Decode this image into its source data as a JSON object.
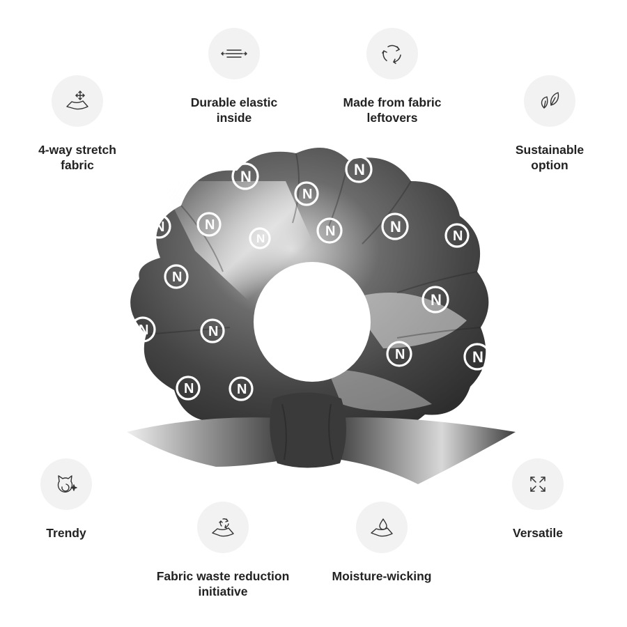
{
  "features": {
    "elastic": {
      "line1": "Durable elastic",
      "line2": "inside"
    },
    "leftover": {
      "line1": "Made from fabric",
      "line2": "leftovers"
    },
    "stretch": {
      "line1": "4-way stretch",
      "line2": "fabric"
    },
    "sustain": {
      "line1": "Sustainable",
      "line2": "option"
    },
    "trendy": {
      "line1": "Trendy",
      "line2": ""
    },
    "versatile": {
      "line1": "Versatile",
      "line2": ""
    },
    "waste": {
      "line1": "Fabric waste reduction",
      "line2": "initiative"
    },
    "moist": {
      "line1": "Moisture-wicking",
      "line2": ""
    }
  },
  "icons": {
    "elastic": "elastic-band-icon",
    "leftover": "recycle-arrows-icon",
    "stretch": "stretch-fabric-icon",
    "sustain": "leaves-icon",
    "trendy": "cat-sparkle-icon",
    "versatile": "expand-arrows-icon",
    "waste": "fabric-recycle-icon",
    "moist": "water-drop-fabric-icon"
  },
  "product": {
    "logo_mark": "N"
  },
  "colors": {
    "label": "#222222",
    "icon_bg": "#f2f2f2",
    "fabric_dark": "#3a3a3a",
    "fabric_light": "#e6e6e6"
  }
}
